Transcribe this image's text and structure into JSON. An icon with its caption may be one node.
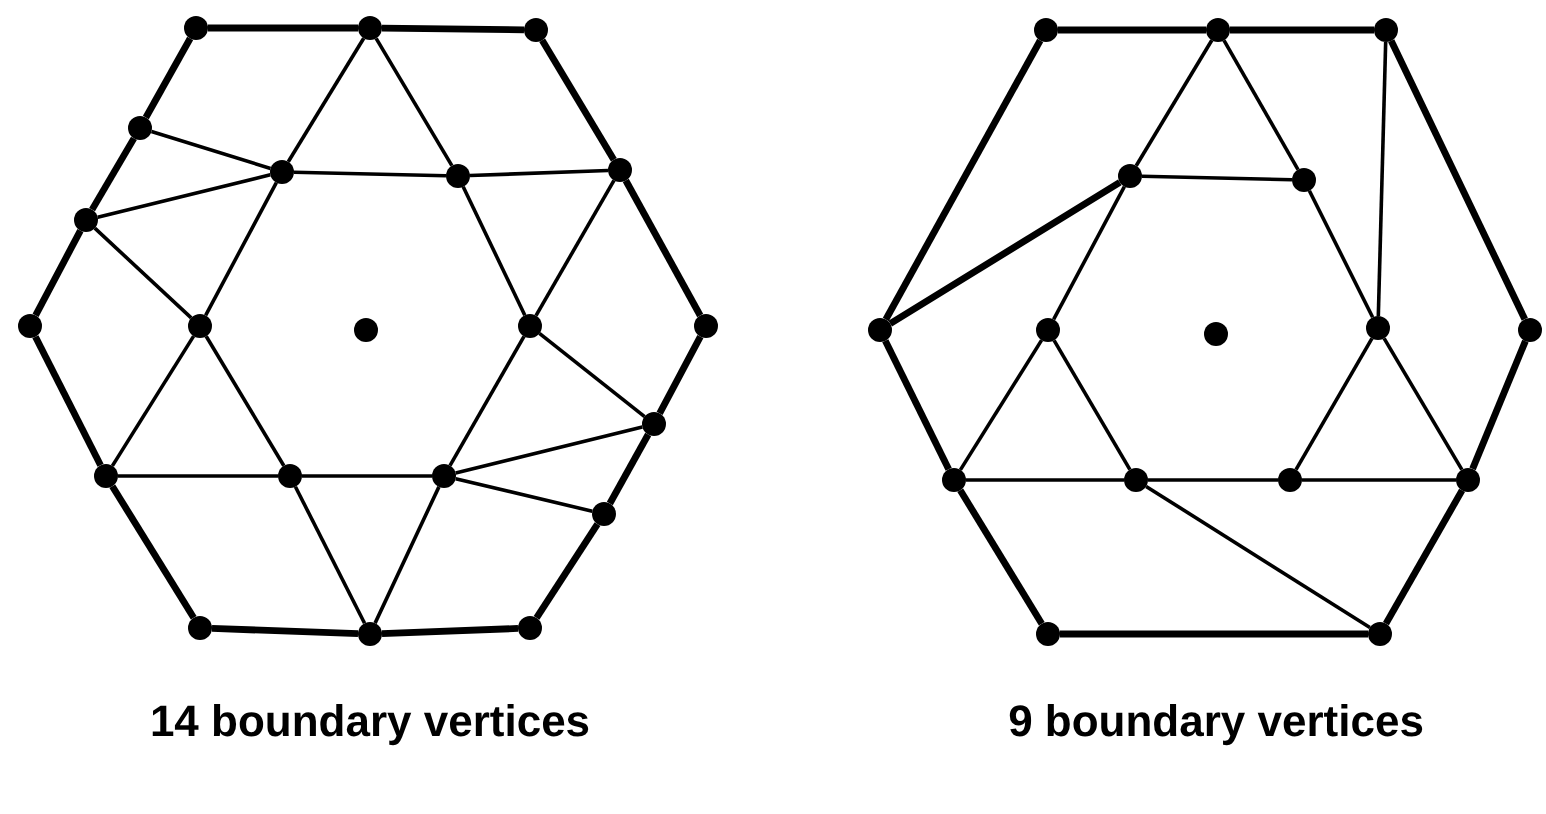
{
  "diagram": {
    "nodes": [
      {
        "text": [],
        "shape": "circle"
      },
      {
        "text": [],
        "shape": "circle"
      },
      {
        "text": [],
        "shape": "circle"
      },
      {
        "text": [],
        "shape": "circle"
      },
      {
        "text": [],
        "shape": "circle"
      },
      {
        "text": [],
        "shape": "circle"
      },
      {
        "text": [],
        "shape": "circle"
      },
      {
        "text": [],
        "shape": "circle"
      },
      {
        "text": [],
        "shape": "circle"
      },
      {
        "text": [],
        "shape": "circle"
      },
      {
        "text": [],
        "shape": "circle"
      },
      {
        "text": [],
        "shape": "circle"
      },
      {
        "text": [],
        "shape": "circle"
      },
      {
        "text": [],
        "shape": "circle"
      },
      {
        "text": [],
        "shape": "circle"
      },
      {
        "text": [],
        "shape": "circle"
      },
      {
        "text": [],
        "shape": "circle"
      },
      {
        "text": [],
        "shape": "circle"
      },
      {
        "text": [],
        "shape": "circle"
      },
      {
        "text": [],
        "shape": "circle"
      },
      {
        "text": [],
        "shape": "circle"
      },
      {
        "text": [],
        "shape": "circle"
      },
      {
        "text": [],
        "shape": "circle"
      },
      {
        "text": [],
        "shape": "circle"
      },
      {
        "text": [],
        "shape": "circle"
      },
      {
        "text": [],
        "shape": "circle"
      },
      {
        "text": [],
        "shape": "circle"
      },
      {
        "text": [],
        "shape": "circle"
      },
      {
        "text": [],
        "shape": "circle"
      },
      {
        "text": [],
        "shape": "circle"
      },
      {
        "text": [],
        "shape": "circle"
      },
      {
        "text": [],
        "shape": "circle"
      },
      {
        "text": [],
        "shape": "circle"
      },
      {
        "text": [],
        "shape": "circle"
      },
      {
        "text": [],
        "shape": "circle"
      },
      {
        "text": [],
        "shape": "circle"
      },
      {
        "text": [],
        "shape": "circle"
      }
    ],
    "edges": [
      {
        "from": 0,
        "to": 1,
        "arrow": "none",
        "style": "thick"
      },
      {
        "from": 1,
        "to": 2,
        "arrow": "none",
        "style": "thick"
      },
      {
        "from": 2,
        "to": 4,
        "arrow": "none",
        "style": "thick"
      },
      {
        "from": 4,
        "to": 12,
        "arrow": "none",
        "style": "thick"
      },
      {
        "from": 12,
        "to": 13,
        "arrow": "none",
        "style": "thick"
      },
      {
        "from": 13,
        "to": 17,
        "arrow": "none",
        "style": "thick"
      },
      {
        "from": 17,
        "to": 20,
        "arrow": "none",
        "style": "thick"
      },
      {
        "from": 20,
        "to": 19,
        "arrow": "none",
        "style": "thick"
      },
      {
        "from": 19,
        "to": 18,
        "arrow": "none",
        "style": "thick"
      },
      {
        "from": 18,
        "to": 14,
        "arrow": "none",
        "style": "thick"
      },
      {
        "from": 14,
        "to": 8,
        "arrow": "none",
        "style": "thick"
      },
      {
        "from": 8,
        "to": 7,
        "arrow": "none",
        "style": "thick"
      },
      {
        "from": 7,
        "to": 3,
        "arrow": "none",
        "style": "thick"
      },
      {
        "from": 3,
        "to": 0,
        "arrow": "none",
        "style": "thick"
      },
      {
        "from": 1,
        "to": 5,
        "arrow": "none"
      },
      {
        "from": 5,
        "to": 9,
        "arrow": "none"
      },
      {
        "from": 9,
        "to": 14,
        "arrow": "none"
      },
      {
        "from": 1,
        "to": 6,
        "arrow": "none"
      },
      {
        "from": 6,
        "to": 11,
        "arrow": "none"
      },
      {
        "from": 11,
        "to": 13,
        "arrow": "none"
      },
      {
        "from": 4,
        "to": 11,
        "arrow": "none"
      },
      {
        "from": 11,
        "to": 16,
        "arrow": "none"
      },
      {
        "from": 16,
        "to": 19,
        "arrow": "none"
      },
      {
        "from": 19,
        "to": 15,
        "arrow": "none"
      },
      {
        "from": 15,
        "to": 9,
        "arrow": "none"
      },
      {
        "from": 9,
        "to": 7,
        "arrow": "none"
      },
      {
        "from": 5,
        "to": 6,
        "arrow": "none"
      },
      {
        "from": 6,
        "to": 4,
        "arrow": "none"
      },
      {
        "from": 3,
        "to": 5,
        "arrow": "none"
      },
      {
        "from": 7,
        "to": 5,
        "arrow": "none"
      },
      {
        "from": 14,
        "to": 15,
        "arrow": "none"
      },
      {
        "from": 15,
        "to": 16,
        "arrow": "none"
      },
      {
        "from": 16,
        "to": 13,
        "arrow": "none"
      },
      {
        "from": 16,
        "to": 17,
        "arrow": "none"
      },
      {
        "from": 21,
        "to": 22,
        "arrow": "none",
        "style": "thick"
      },
      {
        "from": 22,
        "to": 23,
        "arrow": "none",
        "style": "thick"
      },
      {
        "from": 23,
        "to": 30,
        "arrow": "none",
        "style": "thick"
      },
      {
        "from": 30,
        "to": 34,
        "arrow": "none",
        "style": "thick"
      },
      {
        "from": 34,
        "to": 36,
        "arrow": "none",
        "style": "thick"
      },
      {
        "from": 36,
        "to": 35,
        "arrow": "none",
        "style": "thick"
      },
      {
        "from": 35,
        "to": 31,
        "arrow": "none",
        "style": "thick"
      },
      {
        "from": 31,
        "to": 26,
        "arrow": "none",
        "style": "thick"
      },
      {
        "from": 26,
        "to": 21,
        "arrow": "none",
        "style": "thick"
      },
      {
        "from": 22,
        "to": 24,
        "arrow": "none"
      },
      {
        "from": 24,
        "to": 27,
        "arrow": "none"
      },
      {
        "from": 27,
        "to": 31,
        "arrow": "none"
      },
      {
        "from": 22,
        "to": 25,
        "arrow": "none"
      },
      {
        "from": 25,
        "to": 29,
        "arrow": "none"
      },
      {
        "from": 29,
        "to": 34,
        "arrow": "none"
      },
      {
        "from": 23,
        "to": 29,
        "arrow": "none"
      },
      {
        "from": 29,
        "to": 33,
        "arrow": "none"
      },
      {
        "from": 27,
        "to": 32,
        "arrow": "none"
      },
      {
        "from": 26,
        "to": 24,
        "arrow": "none",
        "style": "thick"
      },
      {
        "from": 24,
        "to": 25,
        "arrow": "none"
      },
      {
        "from": 31,
        "to": 32,
        "arrow": "none"
      },
      {
        "from": 32,
        "to": 33,
        "arrow": "none"
      },
      {
        "from": 33,
        "to": 34,
        "arrow": "none"
      },
      {
        "from": 32,
        "to": 36,
        "arrow": "none"
      }
    ],
    "labels": [
      "14 boundary vertices",
      "9 boundary vertices"
    ]
  }
}
